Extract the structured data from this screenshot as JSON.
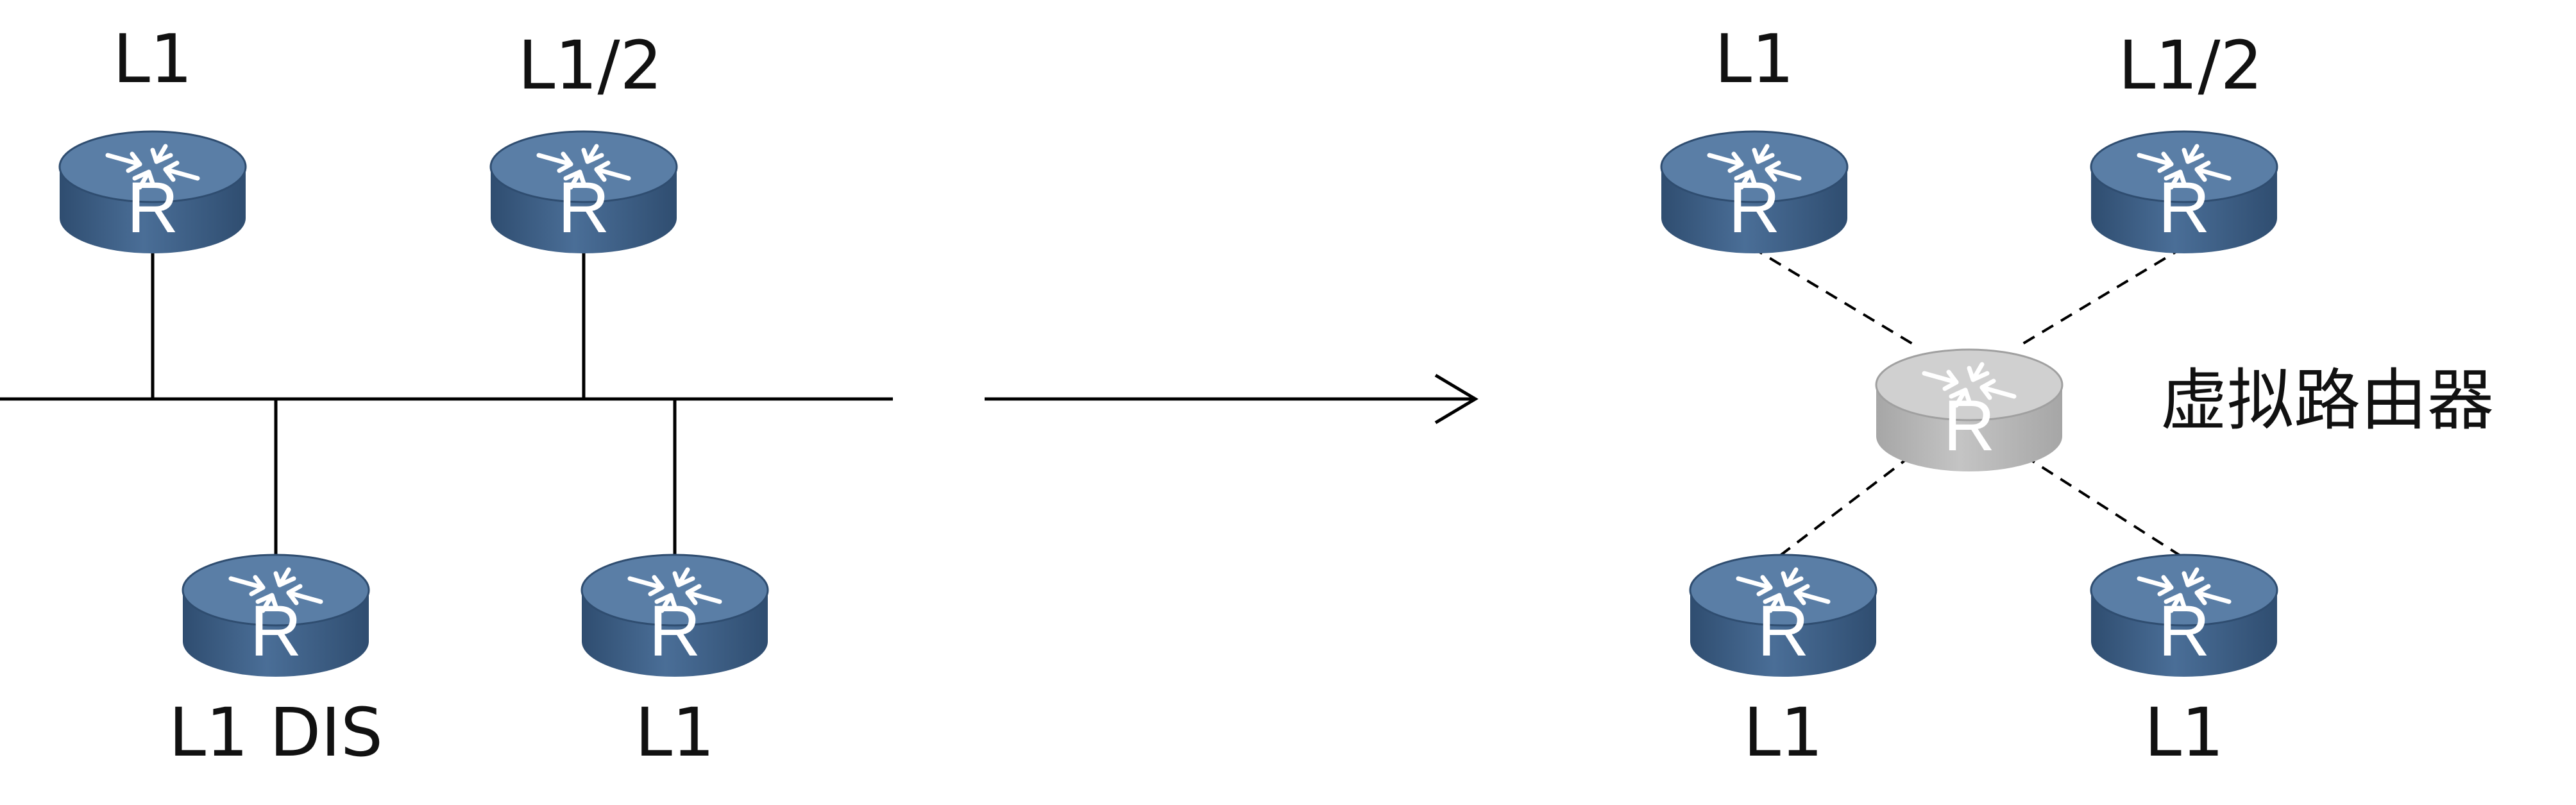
{
  "diagram": {
    "left": {
      "routers": [
        {
          "label": "L1"
        },
        {
          "label": "L1/2"
        },
        {
          "label": "L1 DIS"
        },
        {
          "label": "L1"
        }
      ]
    },
    "right": {
      "routers": [
        {
          "label": "L1"
        },
        {
          "label": "L1/2"
        },
        {
          "label": "L1"
        },
        {
          "label": "L1"
        }
      ],
      "virtual_router_label": "虚拟路由器"
    },
    "router_glyph": "R",
    "colors": {
      "router_body": "#3f5f84",
      "router_top": "#587aa0",
      "virtual_body": "#b4b4b4",
      "virtual_top": "#cdcdcd",
      "line": "#000000"
    }
  }
}
